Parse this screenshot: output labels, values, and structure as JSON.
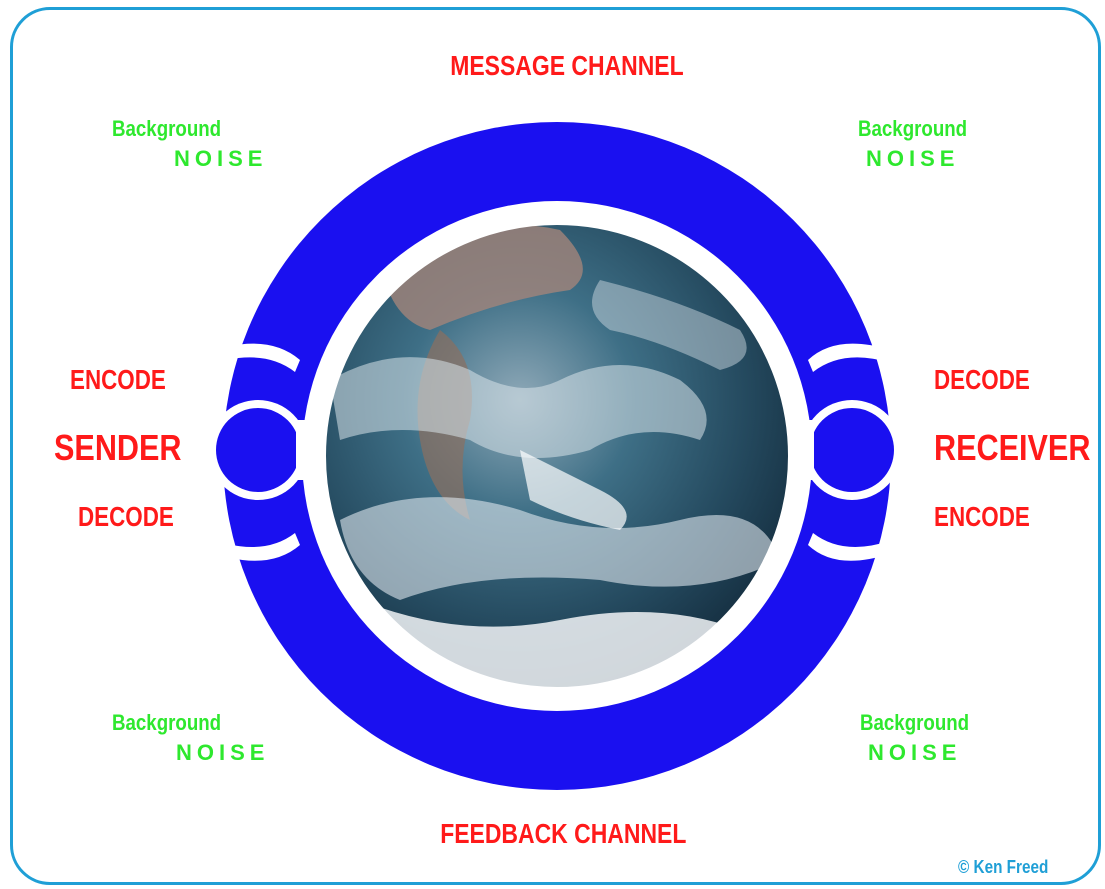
{
  "diagram": {
    "message_channel": "MESSAGE CHANNEL",
    "feedback_channel": "FEEDBACK CHANNEL",
    "sender": {
      "label": "SENDER",
      "top_code": "ENCODE",
      "bottom_code": "DECODE"
    },
    "receiver": {
      "label": "RECEIVER",
      "top_code": "DECODE",
      "bottom_code": "ENCODE"
    },
    "noise": {
      "line1": "Background",
      "line2": "NOISE"
    },
    "credit": "© Ken Freed"
  },
  "colors": {
    "ring": "#1a10f0",
    "label_red": "#ff1a1a",
    "noise_green": "#2ee82e",
    "frame": "#1f9fd6"
  },
  "icons": {
    "center_image": "earth-globe-image"
  }
}
